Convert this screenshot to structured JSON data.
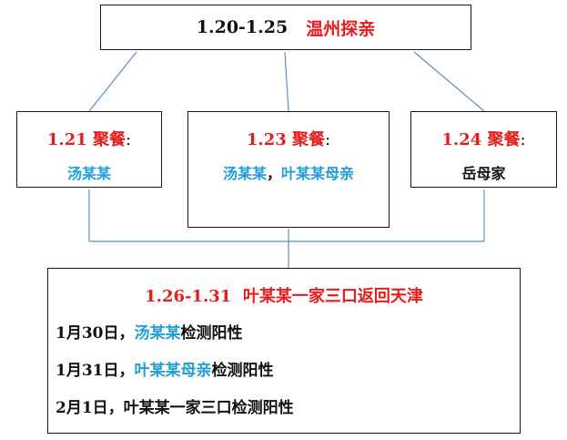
{
  "top": {
    "date": "1.20-1.25",
    "title": "温州探亲"
  },
  "gatherings": [
    {
      "date": "1.21 聚餐",
      "colon": ":",
      "people": [
        {
          "text": "汤某某",
          "color": "blue"
        }
      ]
    },
    {
      "date": "1.23 聚餐",
      "colon": ":",
      "people": [
        {
          "text": "汤某某",
          "color": "blue"
        },
        {
          "text": "，",
          "color": "black"
        },
        {
          "text": "叶某某母亲",
          "color": "blue"
        }
      ]
    },
    {
      "date": "1.24 聚餐",
      "colon": ":",
      "people": [
        {
          "text": "岳母家",
          "color": "black"
        }
      ]
    }
  ],
  "bottom": {
    "title": "1.26-1.31  叶某某一家三口返回天津",
    "rows": [
      {
        "prefix": "1月30日，",
        "name": "汤某某",
        "suffix": "检测阳性"
      },
      {
        "prefix": "1月31日，",
        "name": "叶某某母亲",
        "suffix": "检测阳性"
      },
      {
        "prefix": "2月1日，叶某某一家三口检测阳性",
        "name": "",
        "suffix": ""
      }
    ]
  },
  "colors": {
    "red": "#e81c1c",
    "blue": "#1f9fd6",
    "line": "#5b8fc7",
    "border": "#1a1a1a"
  }
}
